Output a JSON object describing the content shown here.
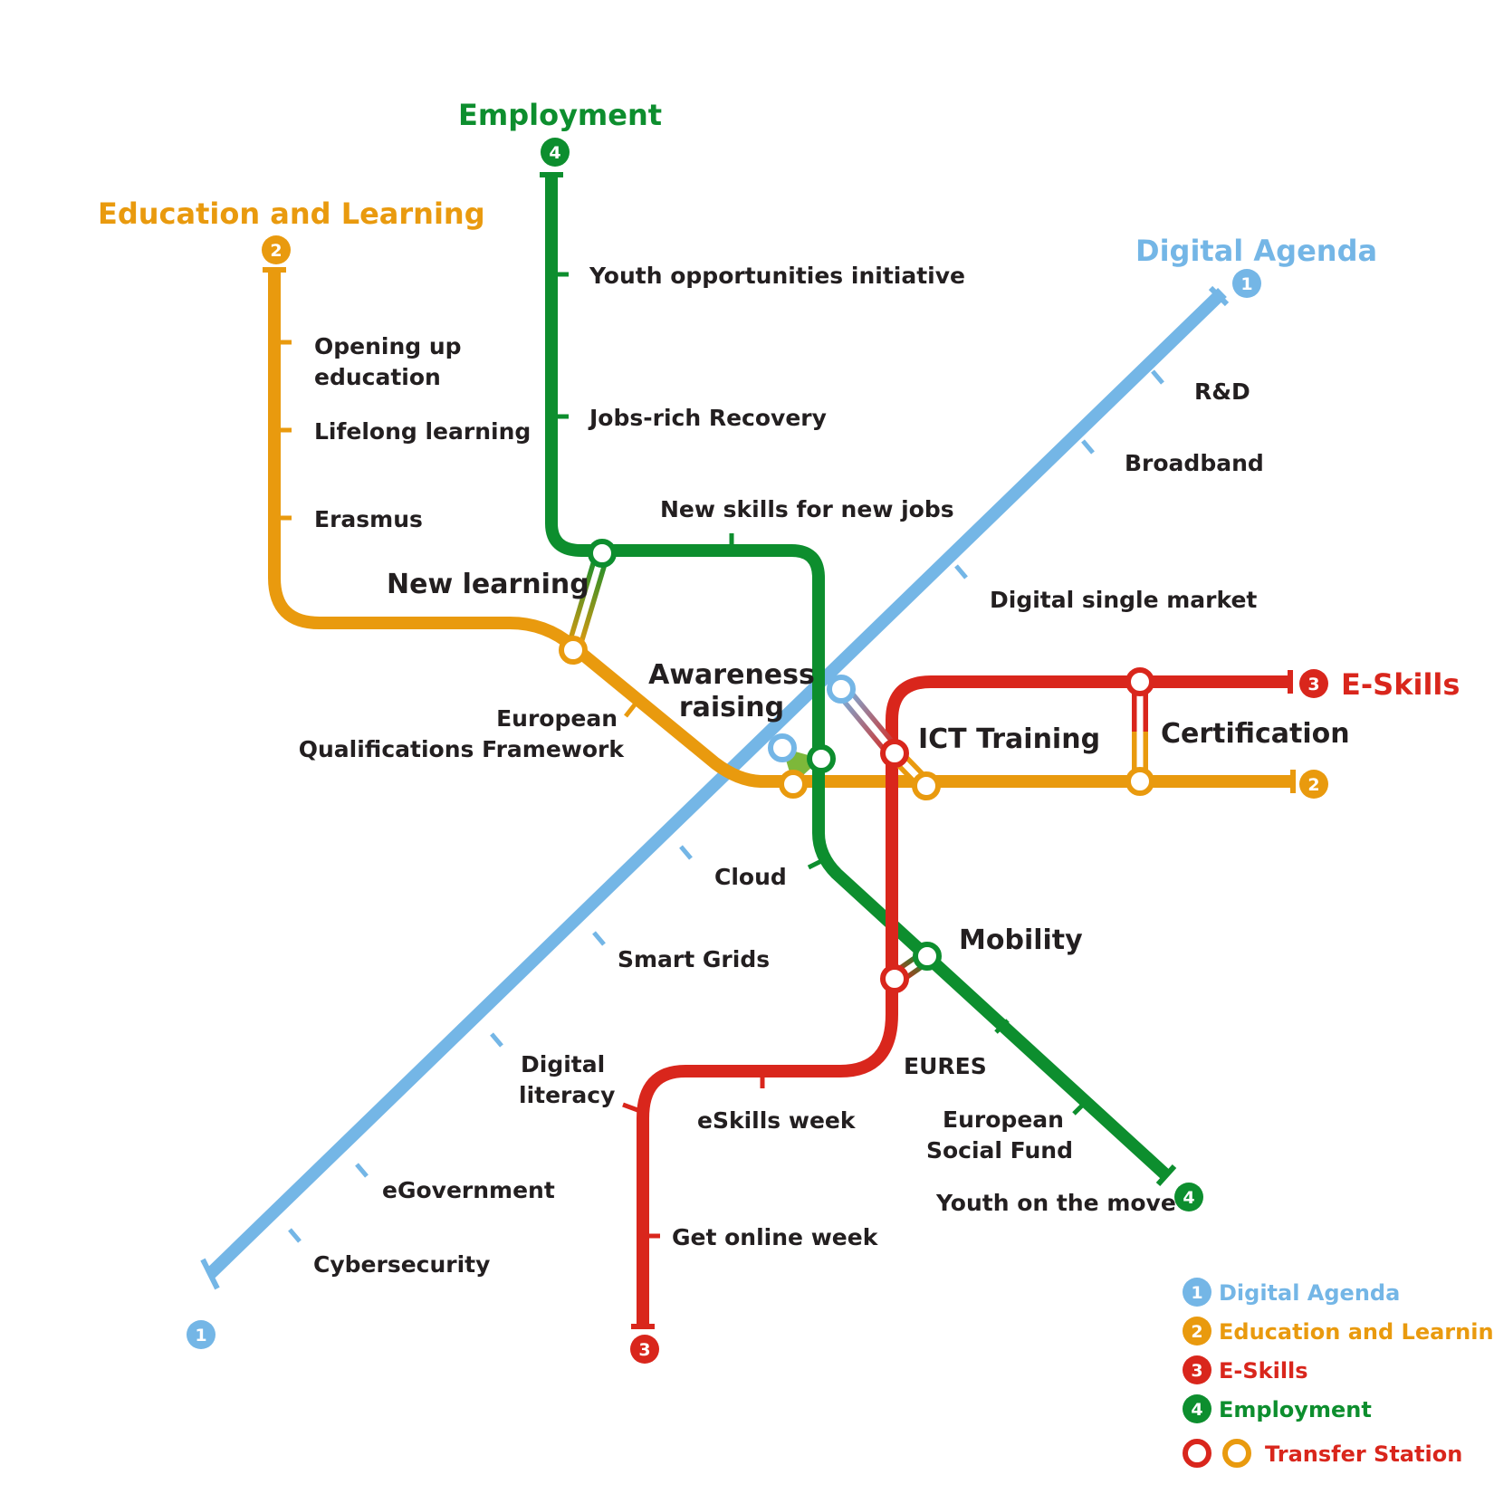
{
  "colors": {
    "digital_agenda": "#74b6e6",
    "education": "#e99a0e",
    "eskills": "#d9261c",
    "employment": "#0d8e2e",
    "station_text": "#231f20"
  },
  "lines": {
    "digital_agenda": {
      "title": "Digital Agenda",
      "number": "1",
      "stations": [
        "R&D",
        "Broadband",
        "Digital single market",
        "Cloud",
        "Smart Grids",
        "eGovernment",
        "Cybersecurity"
      ],
      "digital_literacy": [
        "Digital",
        "literacy"
      ]
    },
    "education": {
      "title": "Education and Learning",
      "number": "2",
      "opening_up": [
        "Opening up",
        "education"
      ],
      "stations": [
        "Lifelong learning",
        "Erasmus"
      ],
      "eqf": [
        "European",
        "Qualifications Framework"
      ]
    },
    "eskills": {
      "title": "E-Skills",
      "number": "3",
      "stations": [
        "eSkills week",
        "Get online week"
      ]
    },
    "employment": {
      "title": "Employment",
      "number": "4",
      "stations": [
        "Youth opportunities initiative",
        "Jobs-rich Recovery",
        "New skills for new jobs",
        "EURES",
        "Youth on the move"
      ],
      "esf": [
        "European",
        "Social Fund"
      ]
    }
  },
  "transfers": {
    "new_learning": "New learning",
    "awareness": [
      "Awareness",
      "raising"
    ],
    "ict_training": "ICT Training",
    "certification": "Certification",
    "mobility": "Mobility"
  },
  "legend": {
    "items": [
      {
        "number": "1",
        "label": "Digital Agenda"
      },
      {
        "number": "2",
        "label": "Education and Learning"
      },
      {
        "number": "3",
        "label": "E-Skills"
      },
      {
        "number": "4",
        "label": "Employment"
      }
    ],
    "transfer_label": "Transfer Station"
  }
}
